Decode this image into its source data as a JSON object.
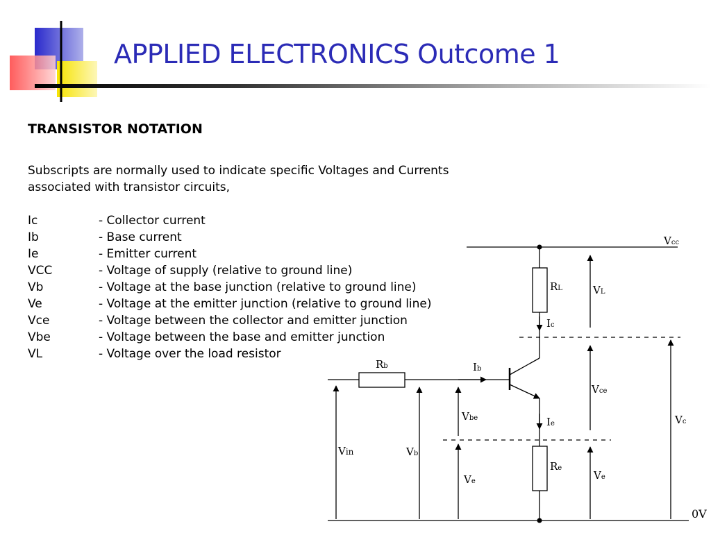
{
  "slide": {
    "title": "APPLIED ELECTRONICS Outcome 1",
    "heading": "TRANSISTOR NOTATION",
    "intro": "Subscripts are normally used to indicate specific Voltages and Currents associated with transistor circuits,",
    "definitions": [
      {
        "symbol": "Ic",
        "meaning": "- Collector current"
      },
      {
        "symbol": "Ib",
        "meaning": "- Base current"
      },
      {
        "symbol": "Ie",
        "meaning": "- Emitter current"
      },
      {
        "symbol": "VCC",
        "meaning": "- Voltage of supply (relative to ground line)"
      },
      {
        "symbol": "Vb",
        "meaning": "- Voltage at the base junction (relative to ground line)"
      },
      {
        "symbol": "Ve",
        "meaning": "- Voltage at the emitter junction (relative to ground line)"
      },
      {
        "symbol": "Vce",
        "meaning": "- Voltage between the collector and emitter junction"
      },
      {
        "symbol": "Vbe",
        "meaning": "- Voltage between the base and emitter junction"
      },
      {
        "symbol": "VL",
        "meaning": "- Voltage over the load resistor"
      }
    ]
  },
  "circuit": {
    "vcc": {
      "main": "V",
      "sub": "cc"
    },
    "rl": {
      "main": "R",
      "sub": "L"
    },
    "vl": {
      "main": "V",
      "sub": "L"
    },
    "ic": {
      "main": "I",
      "sub": "c"
    },
    "rb": {
      "main": "R",
      "sub": "b"
    },
    "ib": {
      "main": "I",
      "sub": "b"
    },
    "vce": {
      "main": "V",
      "sub": "ce"
    },
    "vbe": {
      "main": "V",
      "sub": "be"
    },
    "ie": {
      "main": "I",
      "sub": "e"
    },
    "vc": {
      "main": "V",
      "sub": "c"
    },
    "vin": {
      "main": "V",
      "sub": "in"
    },
    "vb": {
      "main": "V",
      "sub": "b"
    },
    "re": {
      "main": "R",
      "sub": "e"
    },
    "ve_left": {
      "main": "V",
      "sub": "e"
    },
    "ve_right": {
      "main": "V",
      "sub": "e"
    },
    "ground": "0V"
  }
}
